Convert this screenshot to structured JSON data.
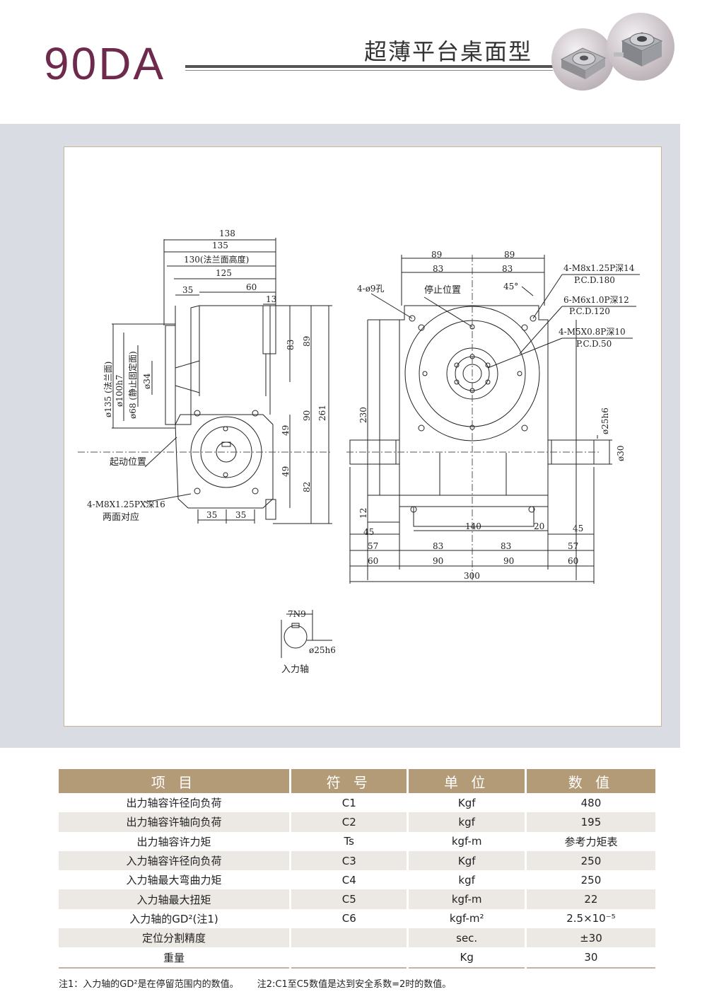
{
  "header": {
    "model": "90DA",
    "series": "超薄平台桌面型"
  },
  "drawing": {
    "left_view": {
      "top_dims": [
        "138",
        "135",
        "130(法兰面高度)",
        "125",
        "35",
        "60",
        "13"
      ],
      "right_dims": [
        "83",
        "89",
        "90",
        "261",
        "49",
        "49",
        "82"
      ],
      "left_dims": [
        "ø135 (法兰面)",
        "ø100h7",
        "ø68 (静止固定面)",
        "ø34"
      ],
      "bottom_dims": [
        "35",
        "35"
      ],
      "start_pos_label": "起动位置",
      "hole_label_1": "4-M8X1.25PX深16",
      "hole_label_2": "两面对应"
    },
    "right_view": {
      "top_dims": [
        "89",
        "89",
        "83",
        "83"
      ],
      "angle": "45°",
      "stop_pos_label": "停止位置",
      "hole_4x9": "4-ø9孔",
      "callouts": [
        "4-M8x1.25P深14",
        "P.C.D.180",
        "6-M6x1.0P深12",
        "P.C.D.120",
        "4-M5X0.8P深10",
        "P.C.D.50"
      ],
      "left_height": "230",
      "shaft_dims": [
        "ø25h6",
        "ø30"
      ],
      "small_dims": [
        "12",
        "45",
        "140",
        "20",
        "45"
      ],
      "row57": [
        "57",
        "83",
        "83",
        "57"
      ],
      "row60": [
        "60",
        "90",
        "90",
        "60"
      ],
      "total": "300"
    },
    "shaft_detail": {
      "key": "7N9",
      "dia": "ø25h6",
      "label": "入力轴"
    }
  },
  "table": {
    "headers": [
      "项 目",
      "符 号",
      "单 位",
      "数 值"
    ],
    "rows": [
      {
        "item": "出力轴容许径向负荷",
        "symbol": "C1",
        "unit": "Kgf",
        "value": "480"
      },
      {
        "item": "出力轴容许轴向负荷",
        "symbol": "C2",
        "unit": "kgf",
        "value": "195"
      },
      {
        "item": "出力轴容许力矩",
        "symbol": "Ts",
        "unit": "kgf-m",
        "value": "参考力矩表"
      },
      {
        "item": "入力轴容许径向负荷",
        "symbol": "C3",
        "unit": "Kgf",
        "value": "250"
      },
      {
        "item": "入力轴最大弯曲力矩",
        "symbol": "C4",
        "unit": "kgf",
        "value": "250"
      },
      {
        "item": "入力轴最大扭矩",
        "symbol": "C5",
        "unit": "kgf-m",
        "value": "22"
      },
      {
        "item": "入力轴的GD²(注1)",
        "symbol": "C6",
        "unit": "kgf-m²",
        "value": "2.5×10⁻⁵"
      },
      {
        "item": "定位分割精度",
        "symbol": "",
        "unit": "sec.",
        "value": "±30"
      },
      {
        "item": "重量",
        "symbol": "",
        "unit": "Kg",
        "value": "30"
      }
    ]
  },
  "footnotes": {
    "note1": "注1：入力轴的GD²是在停留范围内的数值。",
    "note2": "注2:C1至C5数值是达到安全系数=2时的数值。"
  }
}
